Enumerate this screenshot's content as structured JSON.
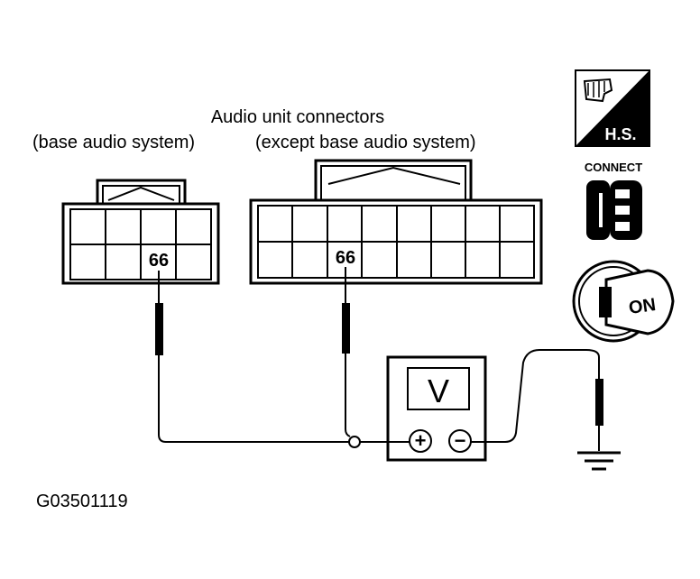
{
  "title": {
    "line1": "Audio unit connectors",
    "line2_left": "(base audio system)",
    "line2_right": "(except base audio system)"
  },
  "connectors": {
    "base": {
      "pin_label": "66"
    },
    "except_base": {
      "pin_label": "66"
    }
  },
  "meter": {
    "symbol": "V",
    "plus": "+",
    "minus": "−"
  },
  "icons": {
    "hs": {
      "label": "H.S.",
      "icon": "hand-icon"
    },
    "connect": {
      "label": "CONNECT",
      "icon": "connector-icon"
    },
    "ignition": {
      "label": "ON",
      "icon": "ignition-key-icon"
    }
  },
  "figure_code": "G03501119"
}
